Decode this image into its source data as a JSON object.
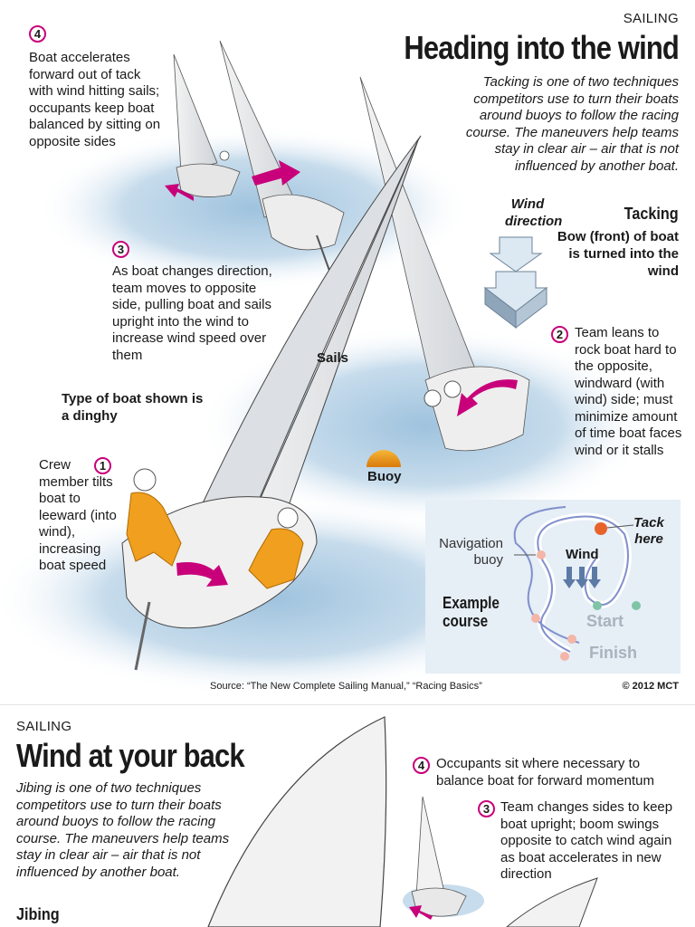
{
  "tacking": {
    "kicker": "SAILING",
    "title": "Heading into the wind",
    "intro": "Tacking is one of two techniques competitors use to turn their boats around buoys to follow the racing course. The maneuvers help teams stay in clear air – air that is not influenced by another boat.",
    "wind_label": "Wind direction",
    "tacking_heading": "Tacking",
    "tacking_desc": "Bow (front) of boat is turned into the wind",
    "steps": [
      {
        "num": "1",
        "text": "Crew member tilts boat to leeward (into wind), increasing boat speed"
      },
      {
        "num": "2",
        "text": "Team leans to rock boat hard to the opposite, windward (with wind) side; must minimize amount of time boat faces wind or it stalls"
      },
      {
        "num": "3",
        "text": "As boat changes direction, team moves to opposite side, pulling boat and sails upright into the wind to increase wind speed over them"
      },
      {
        "num": "4",
        "text": "Boat accelerates forward out of tack with wind hitting sails; occupants keep boat balanced by sitting on opposite sides"
      }
    ],
    "boat_type": "Type of boat shown is a dinghy",
    "sails_label": "Sails",
    "buoy_label": "Buoy",
    "course": {
      "title": "Example course",
      "nav_buoy": "Navigation buoy",
      "tack_here": "Tack here",
      "wind": "Wind",
      "start": "Start",
      "finish": "Finish"
    },
    "source": "Source: “The New Complete Sailing Manual,” “Racing Basics”",
    "credit": "© 2012 MCT"
  },
  "jibing": {
    "kicker": "SAILING",
    "title": "Wind at your back",
    "intro": "Jibing is one of two techniques competitors use to turn their boats around buoys to follow the racing course. The maneuvers help teams stay in clear air – air that is not influenced by another boat.",
    "heading": "Jibing",
    "steps": [
      {
        "num": "4",
        "text": "Occupants sit where necessary to balance boat for forward momentum"
      },
      {
        "num": "3",
        "text": "Team changes sides to keep boat upright; boom swings opposite to catch wind again as boat accelerates in new direction"
      }
    ]
  },
  "colors": {
    "accent": "#c8007a",
    "crew": "#f0a01e",
    "water": "#b9d3e6",
    "course_bg": "#e6eef6",
    "course_line": "#8090cc"
  }
}
